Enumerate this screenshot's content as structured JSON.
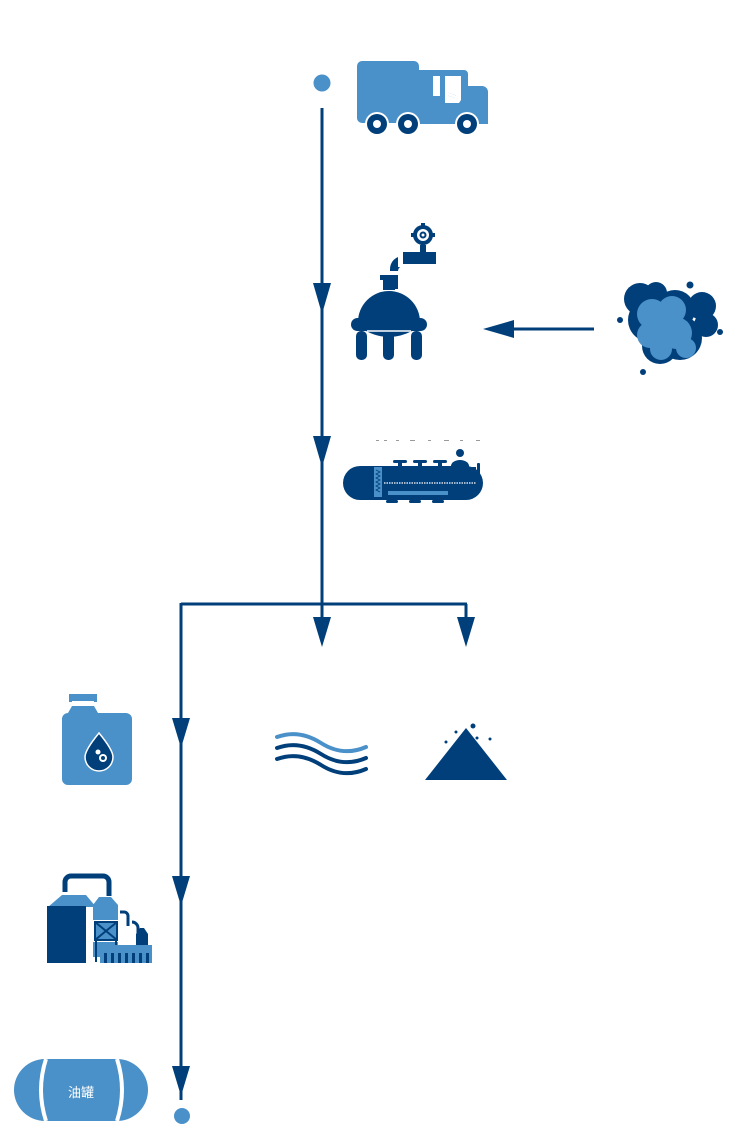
{
  "diagram": {
    "type": "process-flow",
    "colors": {
      "dark_blue": "#003f7a",
      "light_blue": "#4a90c9",
      "white": "#ffffff"
    },
    "nodes": [
      {
        "id": "start",
        "kind": "start-dot"
      },
      {
        "id": "truck",
        "kind": "icon",
        "icon": "truck-icon"
      },
      {
        "id": "reactor",
        "kind": "icon",
        "icon": "spherical-reactor-icon"
      },
      {
        "id": "smoke",
        "kind": "icon",
        "icon": "smoke-cloud-icon"
      },
      {
        "id": "separator",
        "kind": "icon",
        "icon": "horizontal-separator-tank-icon"
      },
      {
        "id": "oil-container",
        "kind": "icon",
        "icon": "oil-canister-icon"
      },
      {
        "id": "water",
        "kind": "icon",
        "icon": "water-waves-icon"
      },
      {
        "id": "residue",
        "kind": "icon",
        "icon": "solid-residue-pile-icon"
      },
      {
        "id": "refinery",
        "kind": "icon",
        "icon": "refinery-plant-icon"
      },
      {
        "id": "oil-tank",
        "kind": "icon",
        "icon": "oil-storage-tank-icon",
        "label": "油罐"
      },
      {
        "id": "end",
        "kind": "end-dot"
      }
    ],
    "edges": [
      {
        "from": "truck",
        "to": "reactor"
      },
      {
        "from": "smoke",
        "to": "reactor"
      },
      {
        "from": "reactor",
        "to": "separator"
      },
      {
        "from": "separator",
        "to": "water"
      },
      {
        "from": "separator",
        "to": "residue"
      },
      {
        "from": "separator",
        "to": "oil-container"
      },
      {
        "from": "oil-container",
        "to": "refinery"
      },
      {
        "from": "refinery",
        "to": "oil-tank"
      }
    ],
    "oil_tank_label": "油罐"
  }
}
